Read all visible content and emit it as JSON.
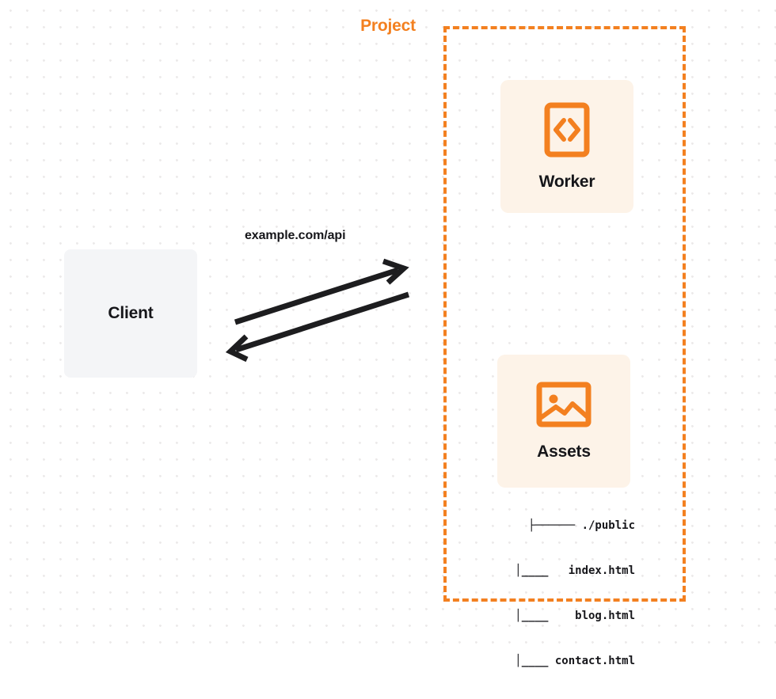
{
  "diagram": {
    "type": "architecture-diagram",
    "background": "dot-grid",
    "colors": {
      "accent_orange": "#f38020",
      "card_background": "#fdf3e8",
      "client_background": "#f4f5f7",
      "text_dark": "#16161a",
      "arrow_stroke": "#1d1d1f",
      "grid_dot": "#eceaea",
      "canvas": "#ffffff"
    }
  },
  "client": {
    "label": "Client",
    "icon": "client-box"
  },
  "connection": {
    "label": "example.com/api",
    "request_direction": "client-to-project",
    "response_direction": "project-to-client"
  },
  "project": {
    "title": "Project",
    "border_style": "dashed",
    "services": [
      {
        "id": "worker",
        "label": "Worker",
        "icon": "code-brackets-icon"
      },
      {
        "id": "assets",
        "label": "Assets",
        "icon": "image-photo-icon"
      }
    ],
    "assets_tree": [
      "├────── ./public",
      "  │____   index.html",
      "  │____    blog.html",
      "  │____ contact.html"
    ]
  }
}
